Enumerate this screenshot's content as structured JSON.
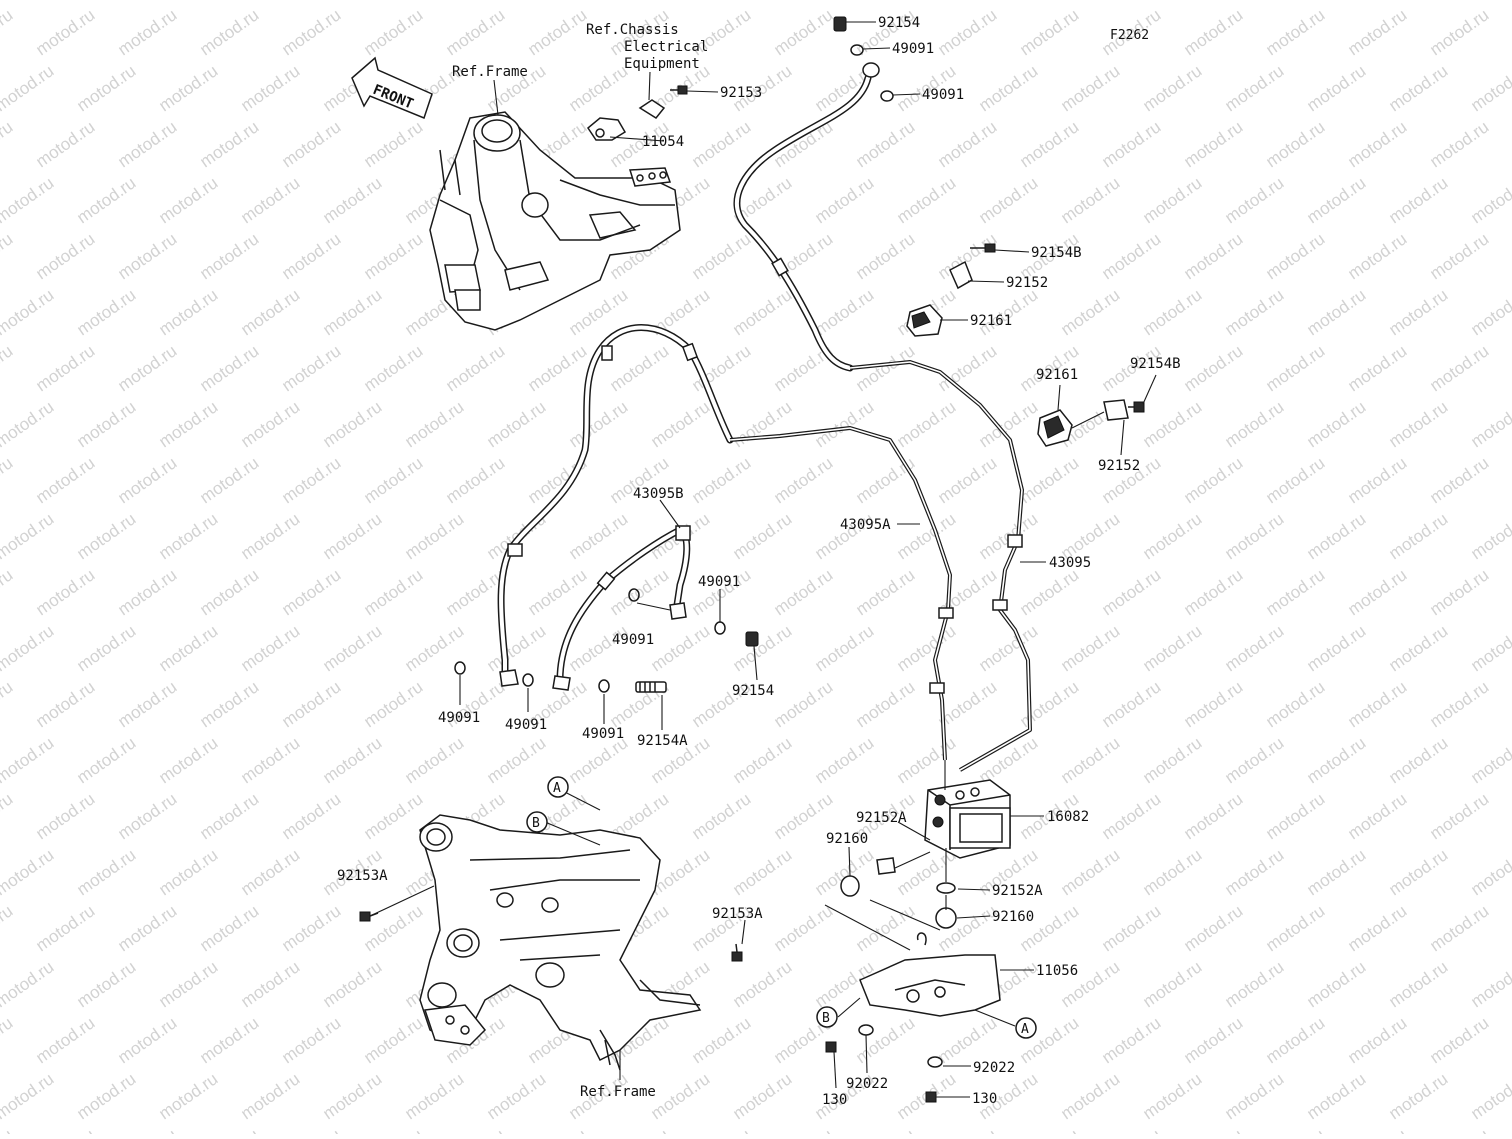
{
  "figure_code": "F2262",
  "front_label": "FRONT",
  "watermark": "motod.ru",
  "ref_labels": {
    "frame_top": "Ref.Frame",
    "chassis_line1": "Ref.Chassis",
    "chassis_line2": "Electrical",
    "chassis_line3": "Equipment",
    "frame_bottom": "Ref.Frame"
  },
  "callouts": {
    "a_top": "A",
    "b_top": "B",
    "b_bottom": "B",
    "a_bottom": "A"
  },
  "part_labels": {
    "p92154_top": "92154",
    "p49091_a": "49091",
    "p49091_b": "49091",
    "p92153": "92153",
    "p11054": "11054",
    "p92154B_a": "92154B",
    "p92152_a": "92152",
    "p92161_a": "92161",
    "p92161_b": "92161",
    "p92154B_b": "92154B",
    "p92152_b": "92152",
    "p43095B": "43095B",
    "p43095A": "43095A",
    "p43095": "43095",
    "p49091_c": "49091",
    "p49091_d": "49091",
    "p92154_mid": "92154",
    "p49091_e": "49091",
    "p49091_f": "49091",
    "p49091_g": "49091",
    "p92154A": "92154A",
    "p16082": "16082",
    "p92152A_a": "92152A",
    "p92160_a": "92160",
    "p92152A_b": "92152A",
    "p92160_b": "92160",
    "p11056": "11056",
    "p92153A_a": "92153A",
    "p92153A_b": "92153A",
    "p130_a": "130",
    "p92022_a": "92022",
    "p92022_b": "92022",
    "p130_b": "130"
  }
}
